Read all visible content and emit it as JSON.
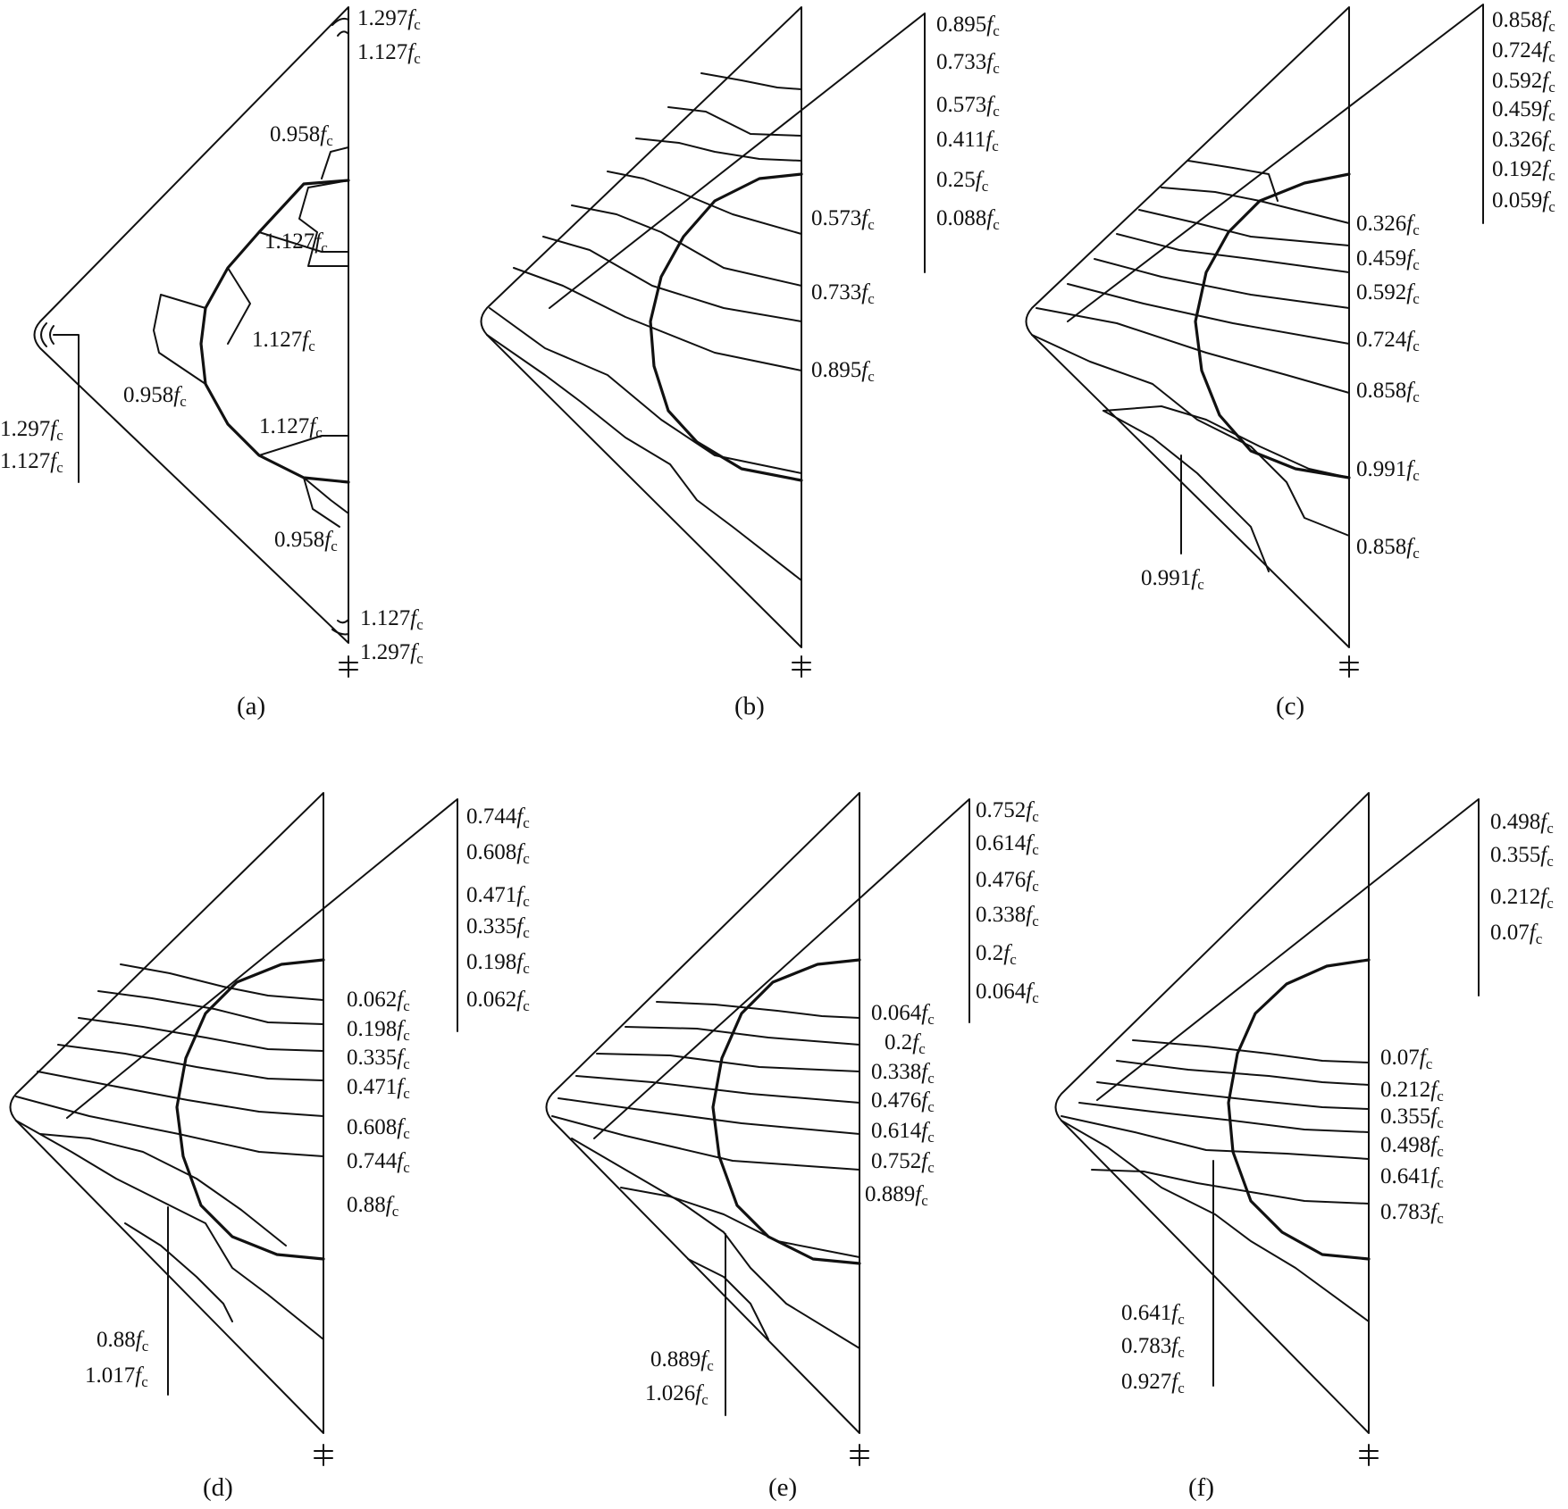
{
  "colors": {
    "line": "#111111",
    "background": "#ffffff"
  },
  "panels": [
    {
      "id": "a",
      "caption": "(a)",
      "labels": [
        "1.297fc",
        "1.127fc",
        "0.958fc",
        "1.127fc",
        "1.127fc",
        "0.958fc",
        "1.127fc",
        "0.958fc",
        "1.127fc",
        "1.297fc",
        "1.297fc",
        "1.127fc"
      ]
    },
    {
      "id": "b",
      "caption": "(b)",
      "labels": [
        "0.895fc",
        "0.733fc",
        "0.573fc",
        "0.411fc",
        "0.25fc",
        "0.088fc",
        "0.573fc",
        "0.733fc",
        "0.895fc"
      ]
    },
    {
      "id": "c",
      "caption": "(c)",
      "labels": [
        "0.858fc",
        "0.724fc",
        "0.592fc",
        "0.459fc",
        "0.326fc",
        "0.192fc",
        "0.059fc",
        "0.326fc",
        "0.459fc",
        "0.592fc",
        "0.724fc",
        "0.858fc",
        "0.991fc",
        "0.858fc",
        "0.991fc"
      ]
    },
    {
      "id": "d",
      "caption": "(d)",
      "labels": [
        "0.744fc",
        "0.608fc",
        "0.471fc",
        "0.335fc",
        "0.198fc",
        "0.062fc",
        "0.062fc",
        "0.198fc",
        "0.335fc",
        "0.471fc",
        "0.608fc",
        "0.744fc",
        "0.88fc",
        "0.88fc",
        "1.017fc"
      ]
    },
    {
      "id": "e",
      "caption": "(e)",
      "labels": [
        "0.752fc",
        "0.614fc",
        "0.476fc",
        "0.338fc",
        "0.2fc",
        "0.064fc",
        "0.064fc",
        "0.2fc",
        "0.338fc",
        "0.476fc",
        "0.614fc",
        "0.752fc",
        "0.889fc",
        "0.889fc",
        "1.026fc"
      ]
    },
    {
      "id": "f",
      "caption": "(f)",
      "labels": [
        "0.498fc",
        "0.355fc",
        "0.212fc",
        "0.07fc",
        "0.07fc",
        "0.212fc",
        "0.355fc",
        "0.498fc",
        "0.641fc",
        "0.783fc",
        "0.641fc",
        "0.783fc",
        "0.927fc"
      ]
    }
  ]
}
